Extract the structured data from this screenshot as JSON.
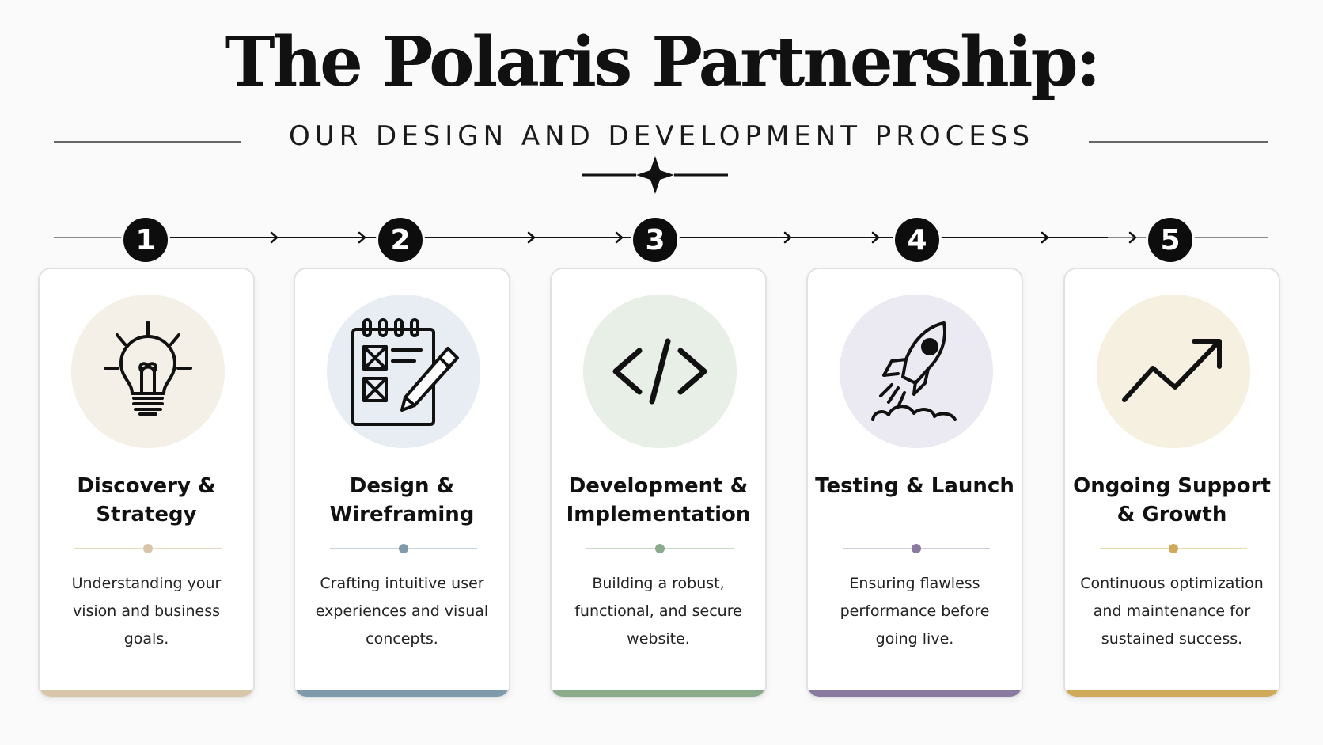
{
  "header": {
    "title": "The Polaris Partnership:",
    "subtitle": "OUR DESIGN AND DEVELOPMENT PROCESS"
  },
  "steps": [
    {
      "number": "1",
      "title": "Discovery & Strategy",
      "description": "Understanding your vision and business goals.",
      "icon": "lightbulb-icon",
      "circle_color": "#f4efe7",
      "accent_color": "#d8c6aa"
    },
    {
      "number": "2",
      "title": "Design & Wireframing",
      "description": "Crafting intuitive user experiences and visual concepts.",
      "icon": "notepad-pencil-icon",
      "circle_color": "#e7edf2",
      "accent_color": "#7f9aaa"
    },
    {
      "number": "3",
      "title": "Development & Implementation",
      "description": "Building a robust, functional, and secure website.",
      "icon": "code-icon",
      "circle_color": "#e7efe6",
      "accent_color": "#8caa8c"
    },
    {
      "number": "4",
      "title": "Testing & Launch",
      "description": "Ensuring flawless performance before going live.",
      "icon": "rocket-icon",
      "circle_color": "#ebe9f1",
      "accent_color": "#8a7aa0"
    },
    {
      "number": "5",
      "title": "Ongoing Support & Growth",
      "description": "Continuous optimization and maintenance for sustained success.",
      "icon": "trend-up-icon",
      "circle_color": "#f6f0e0",
      "accent_color": "#d0aa5a"
    }
  ]
}
